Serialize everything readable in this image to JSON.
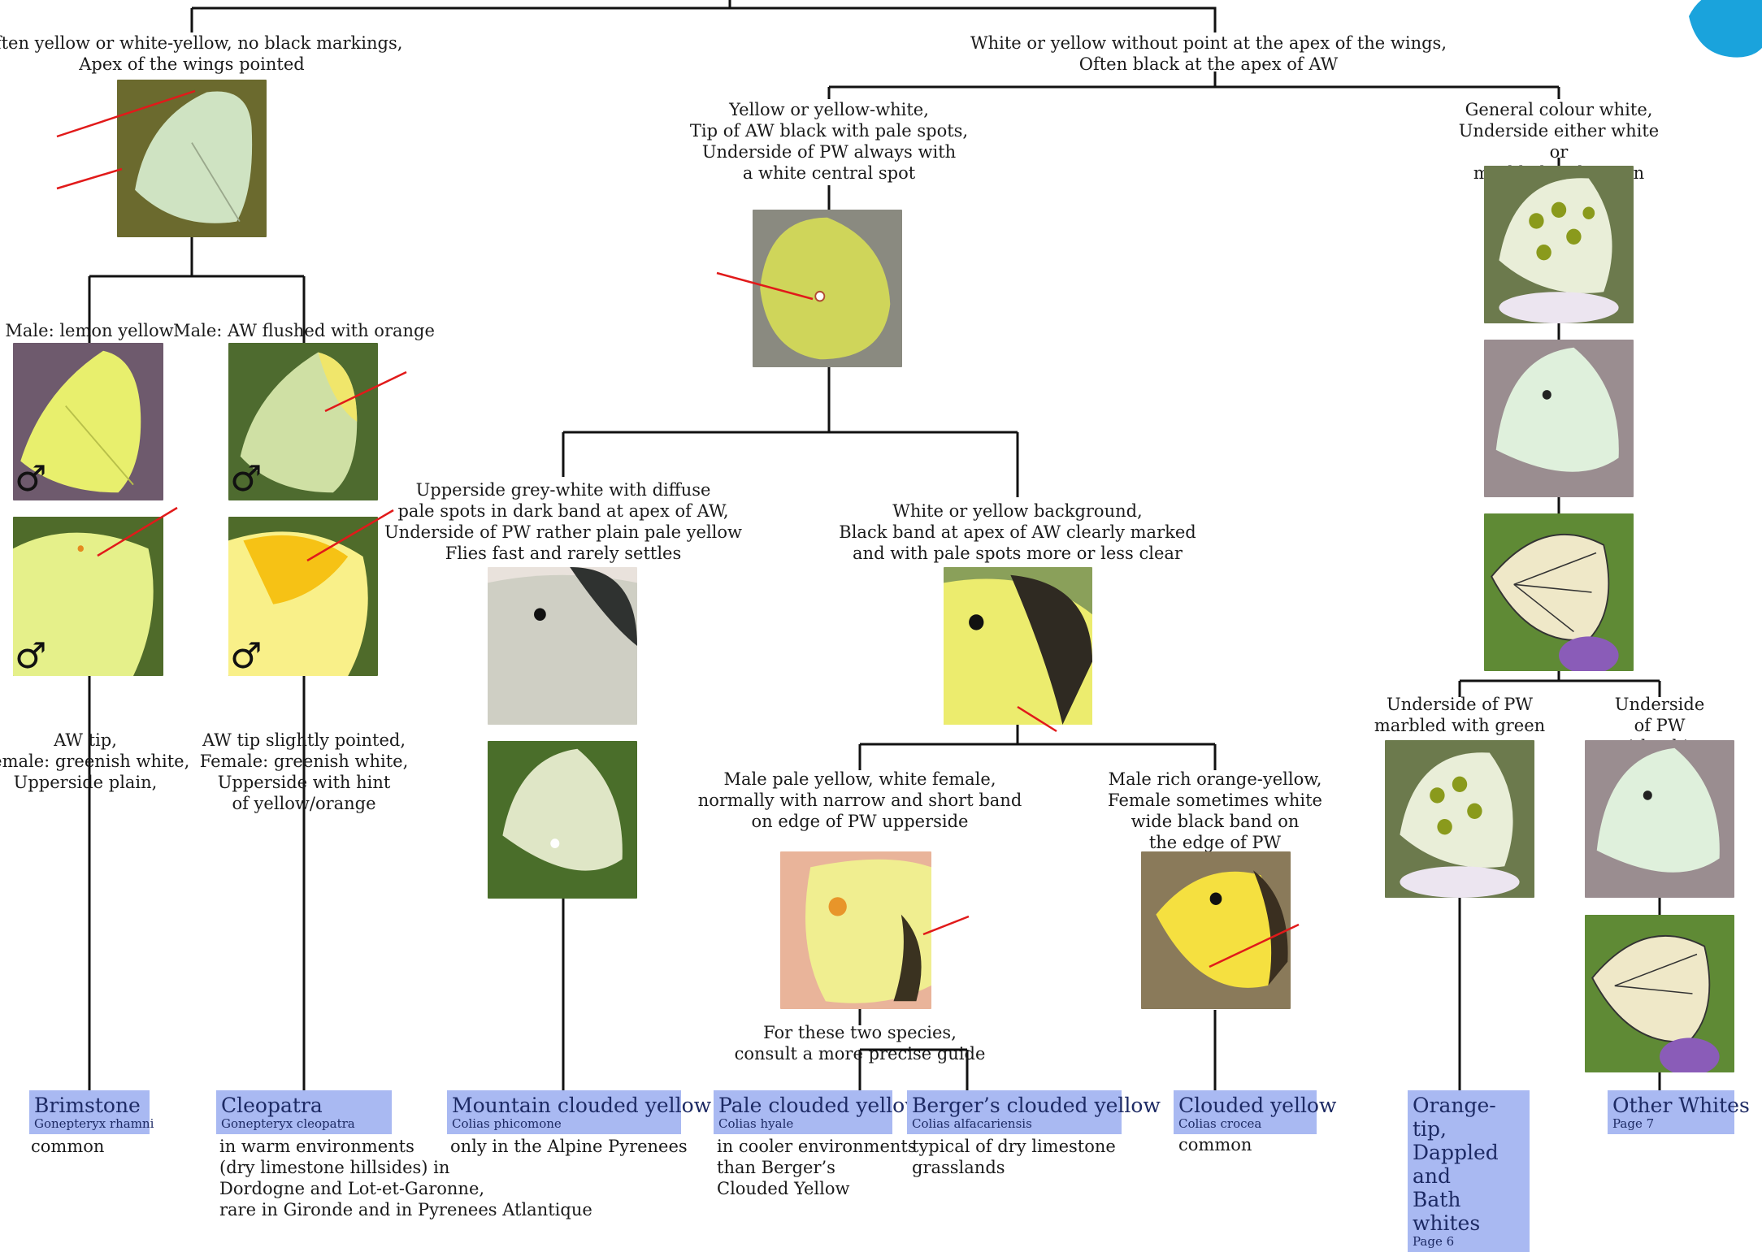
{
  "nodes": {
    "brimstone_group": [
      "Often yellow or white-yellow, no black markings,",
      "Apex of the wings pointed"
    ],
    "white_yellow_group": [
      "White or yellow without point at the apex of the wings,",
      "Often black at the apex of AW"
    ],
    "male_lemon": [
      "Male: lemon yellow"
    ],
    "male_orange": [
      "Male: AW flushed with orange"
    ],
    "brimstone_desc": [
      "AW tip,",
      "Female: greenish white,",
      "Upperside plain,"
    ],
    "cleopatra_desc": [
      "AW tip slightly pointed,",
      "Female: greenish white,",
      "Upperside with hint",
      "of yellow/orange"
    ],
    "colias_group": [
      "Yellow or yellow-white,",
      "Tip of AW black with pale spots,",
      "Underside of PW always with",
      "a white central spot"
    ],
    "whites_group": [
      "General colour white,",
      "Underside either white or",
      "marbled with green"
    ],
    "mountain_desc": [
      "Upperside grey-white with diffuse",
      "pale spots in dark band at apex of AW,",
      "Underside of PW rather plain pale yellow",
      "Flies fast and rarely settles"
    ],
    "clouded_group": [
      "White or yellow background,",
      "Black band at apex of AW clearly marked",
      "and with pale spots more or less clear"
    ],
    "pale_desc": [
      "Male pale yellow, white female,",
      "normally with narrow and short band",
      "on edge of PW upperside"
    ],
    "clouded_desc": [
      "Male rich orange-yellow,",
      "Female sometimes white",
      "wide black band on",
      "the edge of PW"
    ],
    "marbled": [
      "Underside of PW",
      "marbled with green"
    ],
    "white_bg": [
      "Underside of PW",
      "with white background"
    ],
    "consult": [
      "For these two species,",
      "consult a more precise guide"
    ]
  },
  "symbols": {
    "male": "♂"
  },
  "results": [
    {
      "name": "Brimstone",
      "latin": "Gonepteryx rhamni",
      "note": "common"
    },
    {
      "name": "Cleopatra",
      "latin": "Gonepteryx cleopatra",
      "note": "in warm environments\n(dry limestone hillsides) in\nDordogne and Lot-et-Garonne,\nrare in Gironde and in Pyrenees Atlantique"
    },
    {
      "name": "Mountain clouded yellow",
      "latin": "Colias phicomone",
      "note": "only in the Alpine Pyrenees"
    },
    {
      "name": "Pale clouded yellow",
      "latin": "Colias hyale",
      "note": "in cooler environments\nthan Berger’s\nClouded Yellow"
    },
    {
      "name": "Berger’s clouded yellow",
      "latin": "Colias alfacariensis",
      "note": "typical of dry limestone\ngrasslands"
    },
    {
      "name": "Clouded yellow",
      "latin": "Colias crocea",
      "note": "common"
    },
    {
      "name": "Orange-tip,\nDappled and\nBath whites",
      "latin": "Page 6",
      "note": ""
    },
    {
      "name": "Other Whites",
      "latin": "Page 7",
      "note": ""
    }
  ],
  "colors": {
    "result_box": "#a9b9f2",
    "lines": "#111111",
    "arrows": "#e11a1a",
    "logo": "#1aa3dc"
  },
  "photo_icons": [
    "brimstone-pale-photo",
    "brimstone-male-photo",
    "brimstone-male-upper-photo",
    "cleopatra-male-photo",
    "cleopatra-male-upper-photo",
    "colias-underside-photo",
    "orange-tip-underside-photo",
    "small-white-photo",
    "black-veined-white-photo",
    "mountain-clouded-upper-photo",
    "mountain-clouded-under-photo",
    "clouded-upper-photo",
    "pale-clouded-photo",
    "clouded-yellow-photo",
    "orange-tip-marbled-photo",
    "white-bg-photo",
    "other-white-veined-photo"
  ]
}
